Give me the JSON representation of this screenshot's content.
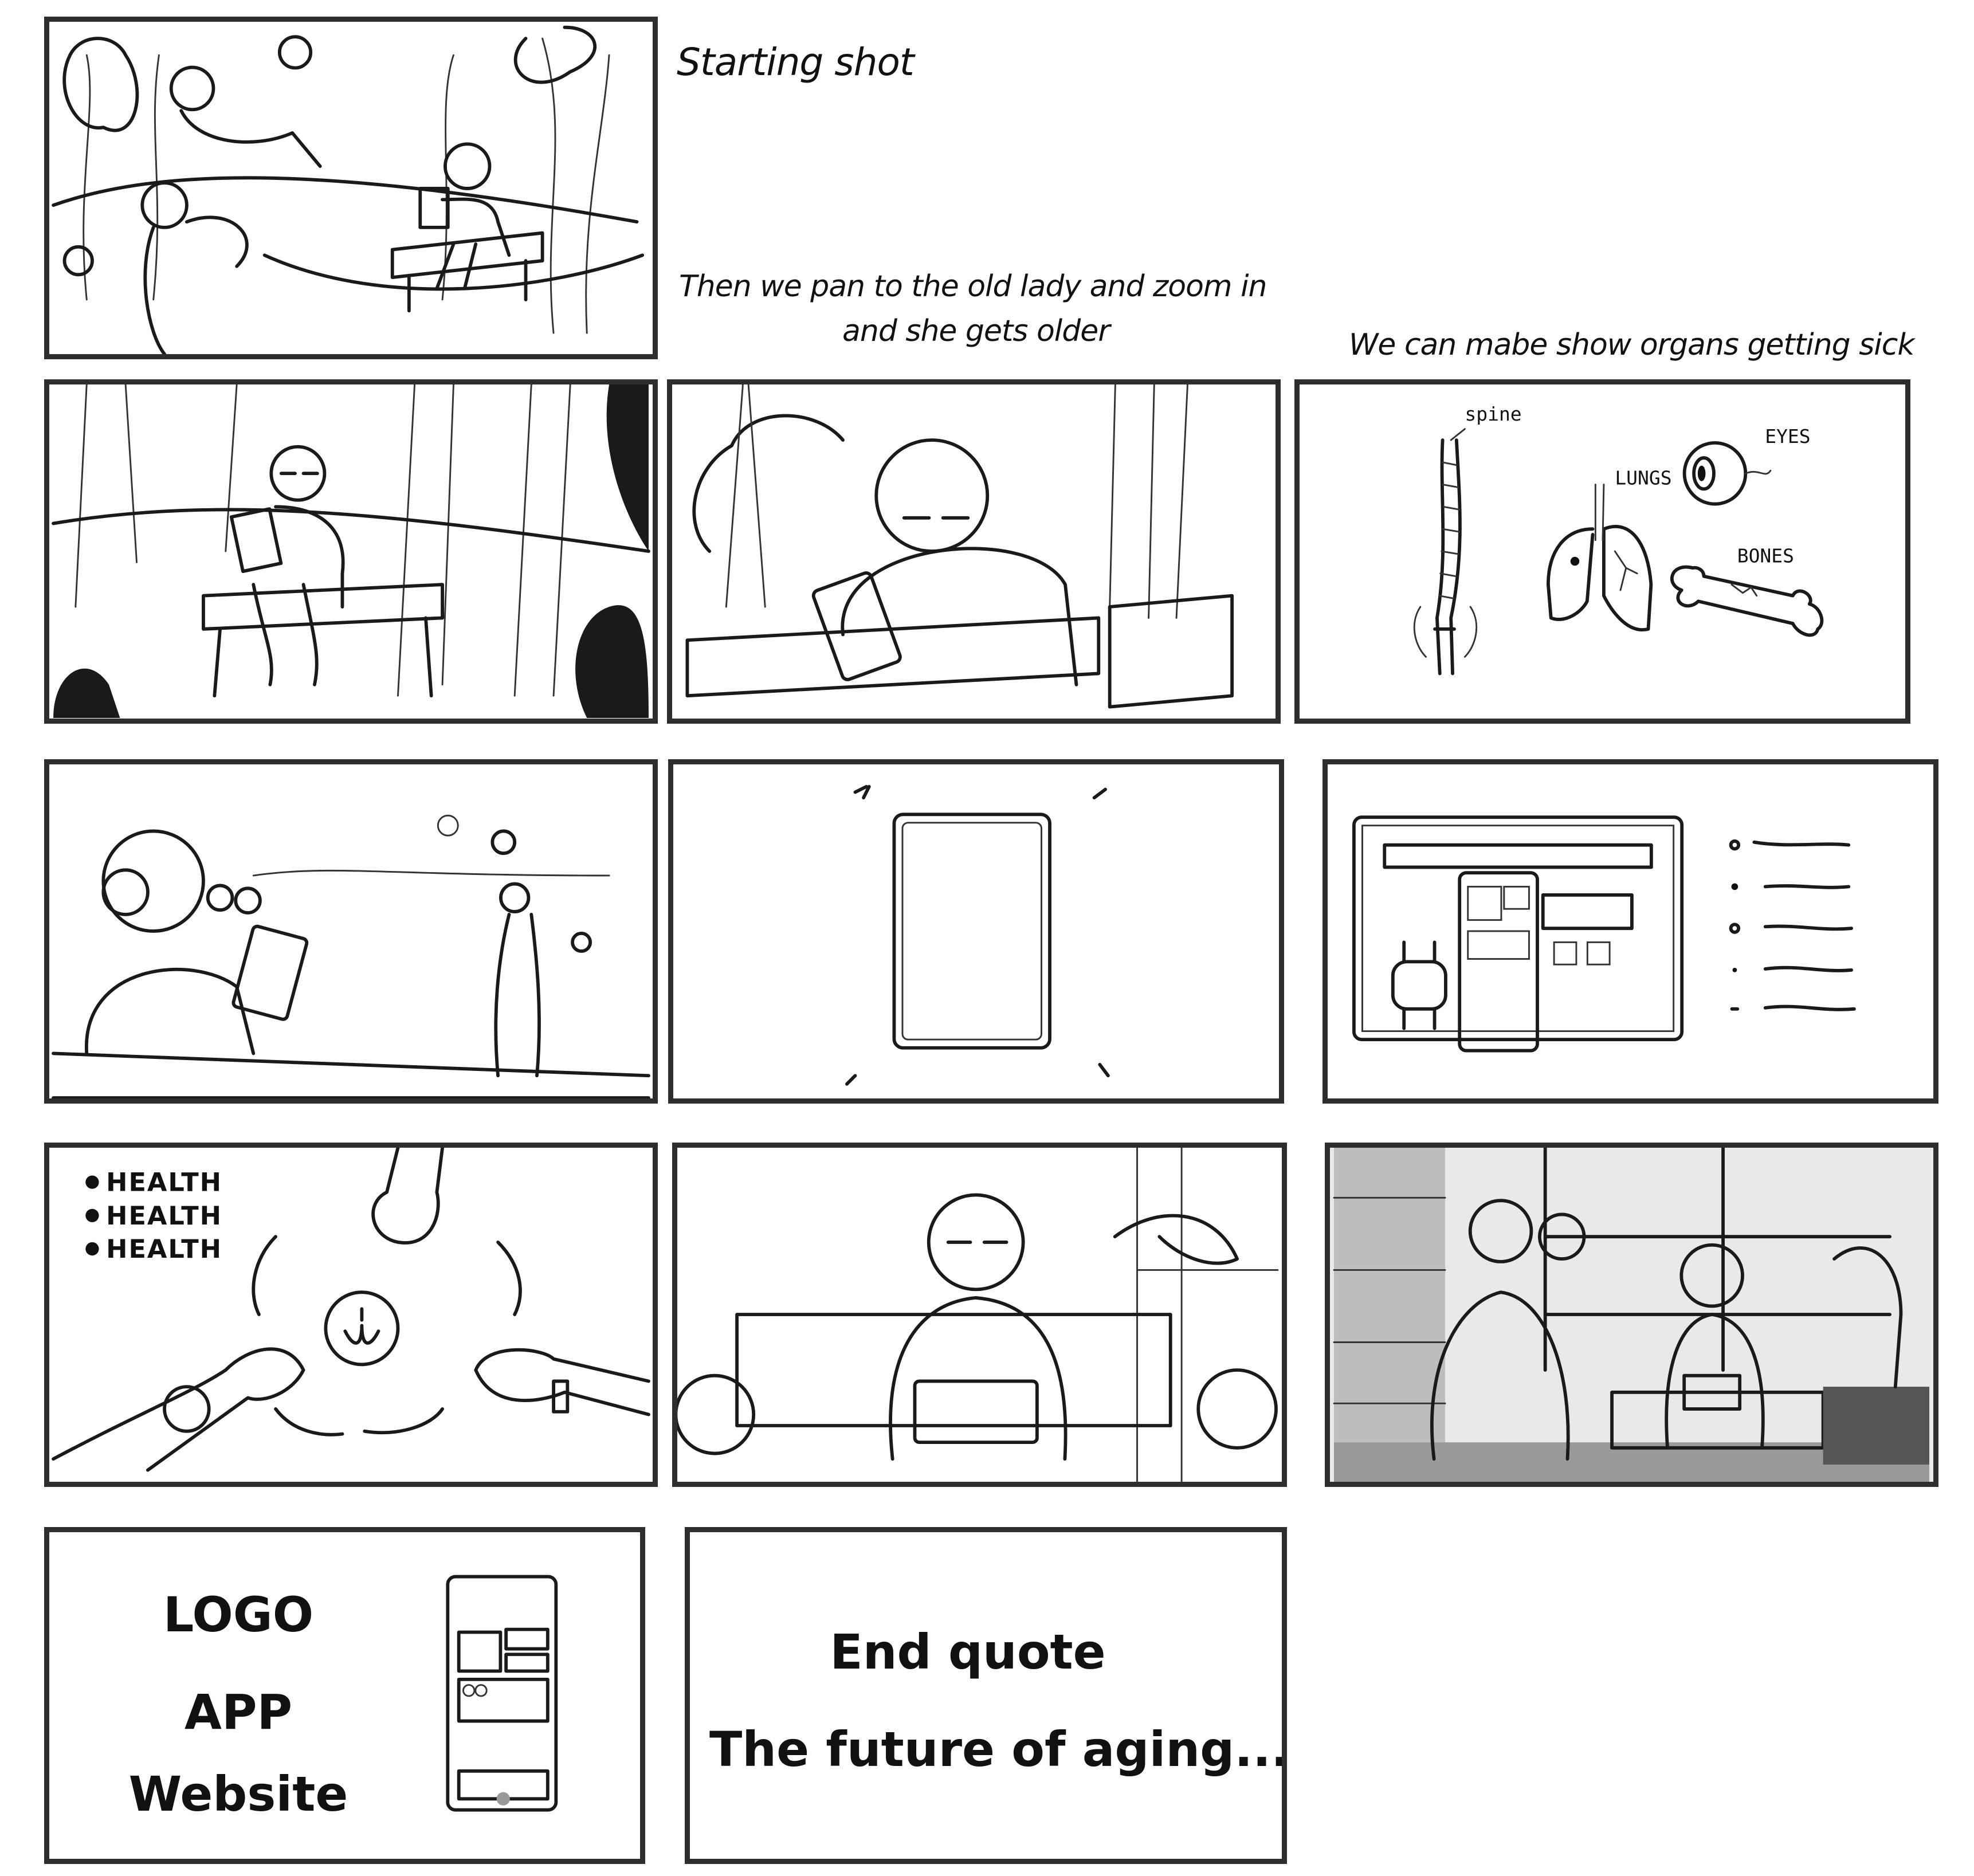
{
  "notes": {
    "starting_shot": "Starting shot",
    "pan_line1": "Then we pan to the old lady and zoom in",
    "pan_line2": "and she gets older",
    "organs": "We can mabe show organs getting sick"
  },
  "organ_labels": {
    "spine": "spine",
    "lungs": "LUNGS",
    "eyes": "EYES",
    "bones": "BONES"
  },
  "health_list": [
    "HEALTH",
    "HEALTH",
    "HEALTH"
  ],
  "final_panel": {
    "logo": "LOGO",
    "app": "APP",
    "website": "Website"
  },
  "end_panel": {
    "end_quote": "End quote",
    "tagline": "The future of aging..."
  }
}
